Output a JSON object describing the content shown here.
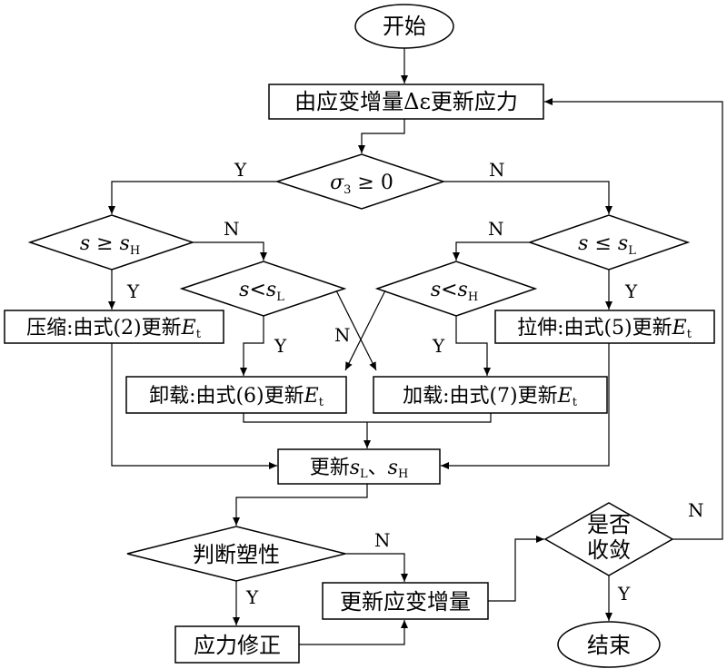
{
  "flowchart": {
    "start": "开始",
    "update_stress": "由应变增量Δε更新应力",
    "cond_sigma3": "σ₃ ≥ 0",
    "cond_sigma3_parts": {
      "sym": "σ",
      "sub": "3",
      "rest": " ≥ 0"
    },
    "cond_s_ge_sH": {
      "s": "s",
      "op": " ≥ ",
      "var": "s",
      "sub": "H"
    },
    "cond_s_le_sL": {
      "s": "s",
      "op": " ≤ ",
      "var": "s",
      "sub": "L"
    },
    "cond_s_lt_sL": {
      "s": "s",
      "op": "<",
      "var": "s",
      "sub": "L"
    },
    "cond_s_lt_sH": {
      "s": "s",
      "op": "<",
      "var": "s",
      "sub": "H"
    },
    "compress": {
      "prefix": "压缩:由式(2)更新",
      "var": "E",
      "sub": "t"
    },
    "tension": {
      "prefix": "拉伸:由式(5)更新",
      "var": "E",
      "sub": "t"
    },
    "unload": {
      "prefix": "卸载:由式(6)更新",
      "var": "E",
      "sub": "t"
    },
    "load": {
      "prefix": "加载:由式(7)更新",
      "var": "E",
      "sub": "t"
    },
    "update_s": {
      "prefix": "更新",
      "var1": "s",
      "sub1": "L",
      "sep": "、",
      "var2": "s",
      "sub2": "H"
    },
    "judge_plastic": "判断塑性",
    "stress_correct": "应力修正",
    "update_strain": "更新应变增量",
    "converge_line1": "是否",
    "converge_line2": "收敛",
    "end": "结束",
    "yes": "Y",
    "no": "N"
  }
}
